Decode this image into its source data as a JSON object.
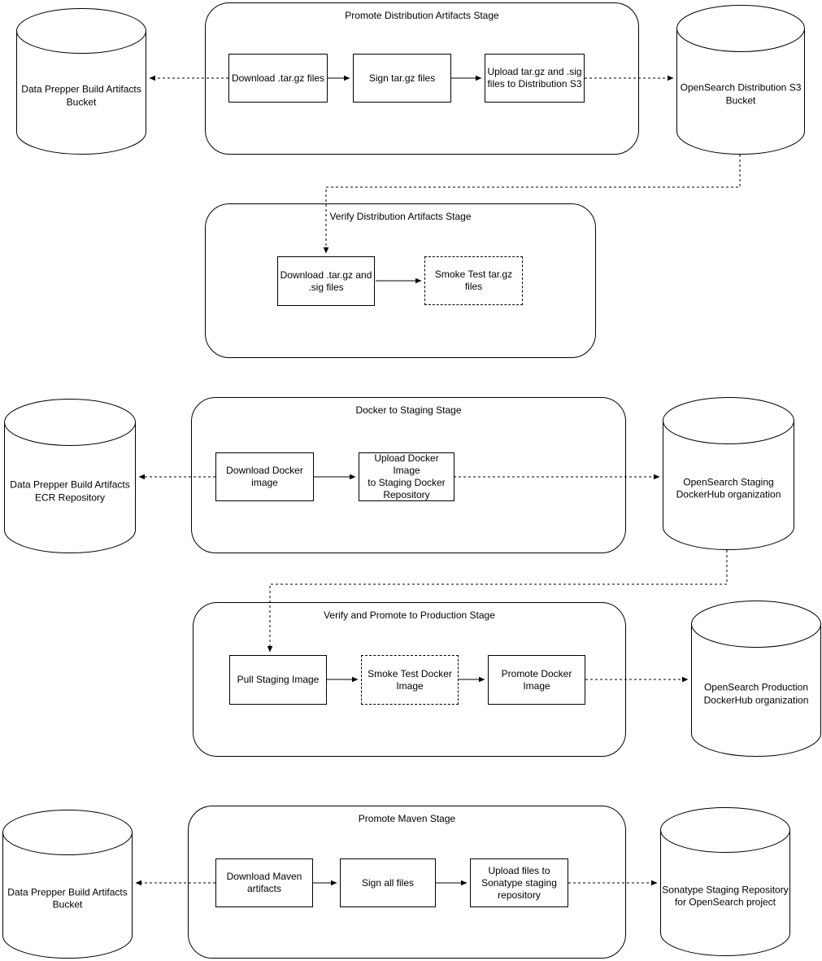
{
  "diagram": {
    "colors": {
      "stroke": "#000000",
      "fill": "#ffffff",
      "text": "#000000"
    },
    "stages": [
      {
        "title": "Promote Distribution Artifacts Stage"
      },
      {
        "title": "Verify Distribution Artifacts Stage"
      },
      {
        "title": "Docker to Staging Stage"
      },
      {
        "title": "Verify and Promote to Production Stage"
      },
      {
        "title": "Promote Maven Stage"
      }
    ],
    "tasks": [
      {
        "label": "Download .tar.gz files"
      },
      {
        "label": "Sign tar.gz files"
      },
      {
        "label": "Upload tar.gz and .sig\nfiles to Distribution S3"
      },
      {
        "label": "Download .tar.gz and\n.sig files"
      },
      {
        "label": "Smoke Test tar.gz\nfiles"
      },
      {
        "label": "Download Docker\nimage"
      },
      {
        "label": "Upload Docker Image\nto Staging Docker\nRepository"
      },
      {
        "label": "Pull Staging Image"
      },
      {
        "label": "Smoke Test Docker\nImage"
      },
      {
        "label": "Promote Docker\nImage"
      },
      {
        "label": "Download Maven\nartifacts"
      },
      {
        "label": "Sign all files"
      },
      {
        "label": "Upload files to\nSonatype staging\nrepository"
      }
    ],
    "datastores": [
      {
        "label": "Data Prepper Build Artifacts\nBucket"
      },
      {
        "label": "OpenSearch Distribution S3\nBucket"
      },
      {
        "label": "Data Prepper Build Artifacts\nECR Repository"
      },
      {
        "label": "OpenSearch Staging\nDockerHub organization"
      },
      {
        "label": "OpenSearch Production\nDockerHub organization"
      },
      {
        "label": "Data Prepper Build Artifacts\nBucket"
      },
      {
        "label": "Sonatype Staging Repository\nfor OpenSearch project"
      }
    ]
  }
}
